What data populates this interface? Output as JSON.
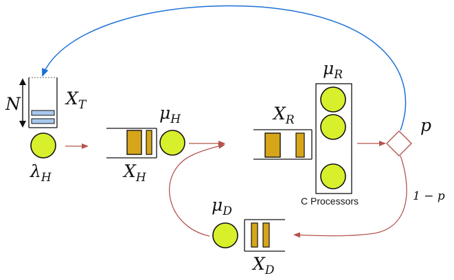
{
  "labels": {
    "n": "N",
    "xt_base": "X",
    "xt_sub": "T",
    "lambda_base": "λ",
    "lambda_sub": "H",
    "muh_base": "μ",
    "muh_sub": "H",
    "xh_base": "X",
    "xh_sub": "H",
    "xr_base": "X",
    "xr_sub": "R",
    "mur_base": "μ",
    "mur_sub": "R",
    "processors": "C Processors",
    "p": "p",
    "one_minus_p": "1 − p",
    "mud_base": "μ",
    "mud_sub": "D",
    "xd_base": "X",
    "xd_sub": "D"
  },
  "colors": {
    "server": "#d8ef2c",
    "token": "#d6a51a",
    "terminal_slot": "#a9c8ef",
    "feedback_arrow": "#1a6fd6",
    "flow_arrow": "#b3544e"
  }
}
